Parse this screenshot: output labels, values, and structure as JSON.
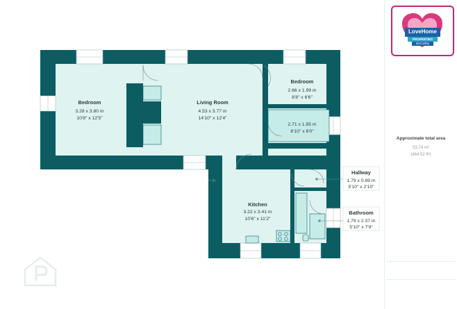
{
  "rooms": {
    "bedroom1": {
      "name": "Bedroom",
      "metric": "3.28 x 3.80 m",
      "imperial": "10'8\" x 12'5\""
    },
    "living": {
      "name": "Living Room",
      "metric": "4.53 x 3.77 m",
      "imperial": "14'10\" x 12'4\""
    },
    "bedroom2": {
      "name": "Bedroom",
      "metric": "2.66 x 1.99 m",
      "imperial": "8'8\" x 6'6\""
    },
    "store": {
      "metric": "2.71 x 1.85 m",
      "imperial": "8'10\" x 6'0\""
    },
    "kitchen": {
      "name": "Kitchen",
      "metric": "3.22 x 3.41 m",
      "imperial": "10'6\" x 11'2\""
    },
    "hallway": {
      "name": "Hallway",
      "metric": "1.79 x 0.89 m",
      "imperial": "5'10\" x 2'10\""
    },
    "bathroom": {
      "name": "Bathroom",
      "metric": "1.79 x 2.37 m",
      "imperial": "5'10\" x 7'9\""
    }
  },
  "logo": {
    "line1": "LoveHome",
    "line2": "PROPERTIES",
    "line3": "McCarthy"
  },
  "panel": {
    "area_title": "Approximate total area",
    "area_m": "53.74 m²",
    "area_ft": "(464 52 ft²)"
  },
  "colors": {
    "wall": "#0b5d62",
    "floor": "#dff3f1",
    "fixture": "#c6ece8",
    "logo_border": "#c0267a",
    "logo_blue": "#1d5fa8",
    "logo_pink": "#d93a7c"
  },
  "icons": [
    "compass-arrow-icon",
    "property-watermark-icon",
    "heart-logo-icon"
  ]
}
